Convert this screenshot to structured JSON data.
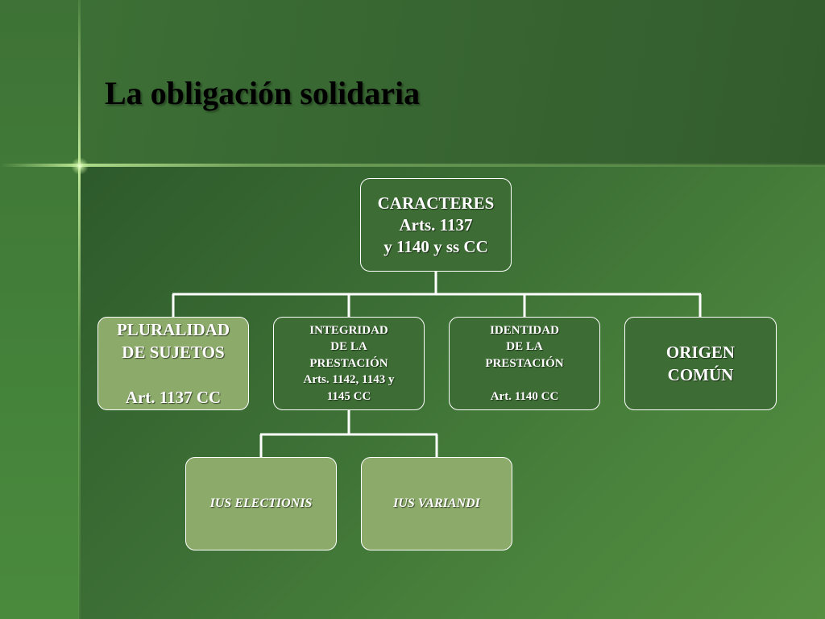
{
  "slide": {
    "title": "La obligación solidaria"
  },
  "diagram": {
    "root": {
      "lines": [
        "CARACTERES",
        "Arts. 1137",
        "y 1140 y ss CC"
      ]
    },
    "children": [
      {
        "lines": [
          "PLURALIDAD",
          "DE SUJETOS",
          "",
          "Art. 1137 CC"
        ]
      },
      {
        "lines": [
          "INTEGRIDAD",
          "DE LA",
          "PRESTACIÓN",
          "Arts. 1142, 1143 y",
          "1145 CC"
        ]
      },
      {
        "lines": [
          "IDENTIDAD",
          "DE LA",
          "PRESTACIÓN",
          "",
          "Art. 1140 CC"
        ]
      },
      {
        "lines": [
          "ORIGEN",
          "COMÚN"
        ]
      }
    ],
    "grandchildren": [
      {
        "lines": [
          "IUS ELECTIONIS"
        ]
      },
      {
        "lines": [
          "IUS VARIANDI"
        ]
      }
    ],
    "colors": {
      "background": "#3a6a33",
      "node_dark": "#3d6d34",
      "node_light": "#8cab6a",
      "connector": "#ffffff",
      "title": "#000000"
    }
  }
}
